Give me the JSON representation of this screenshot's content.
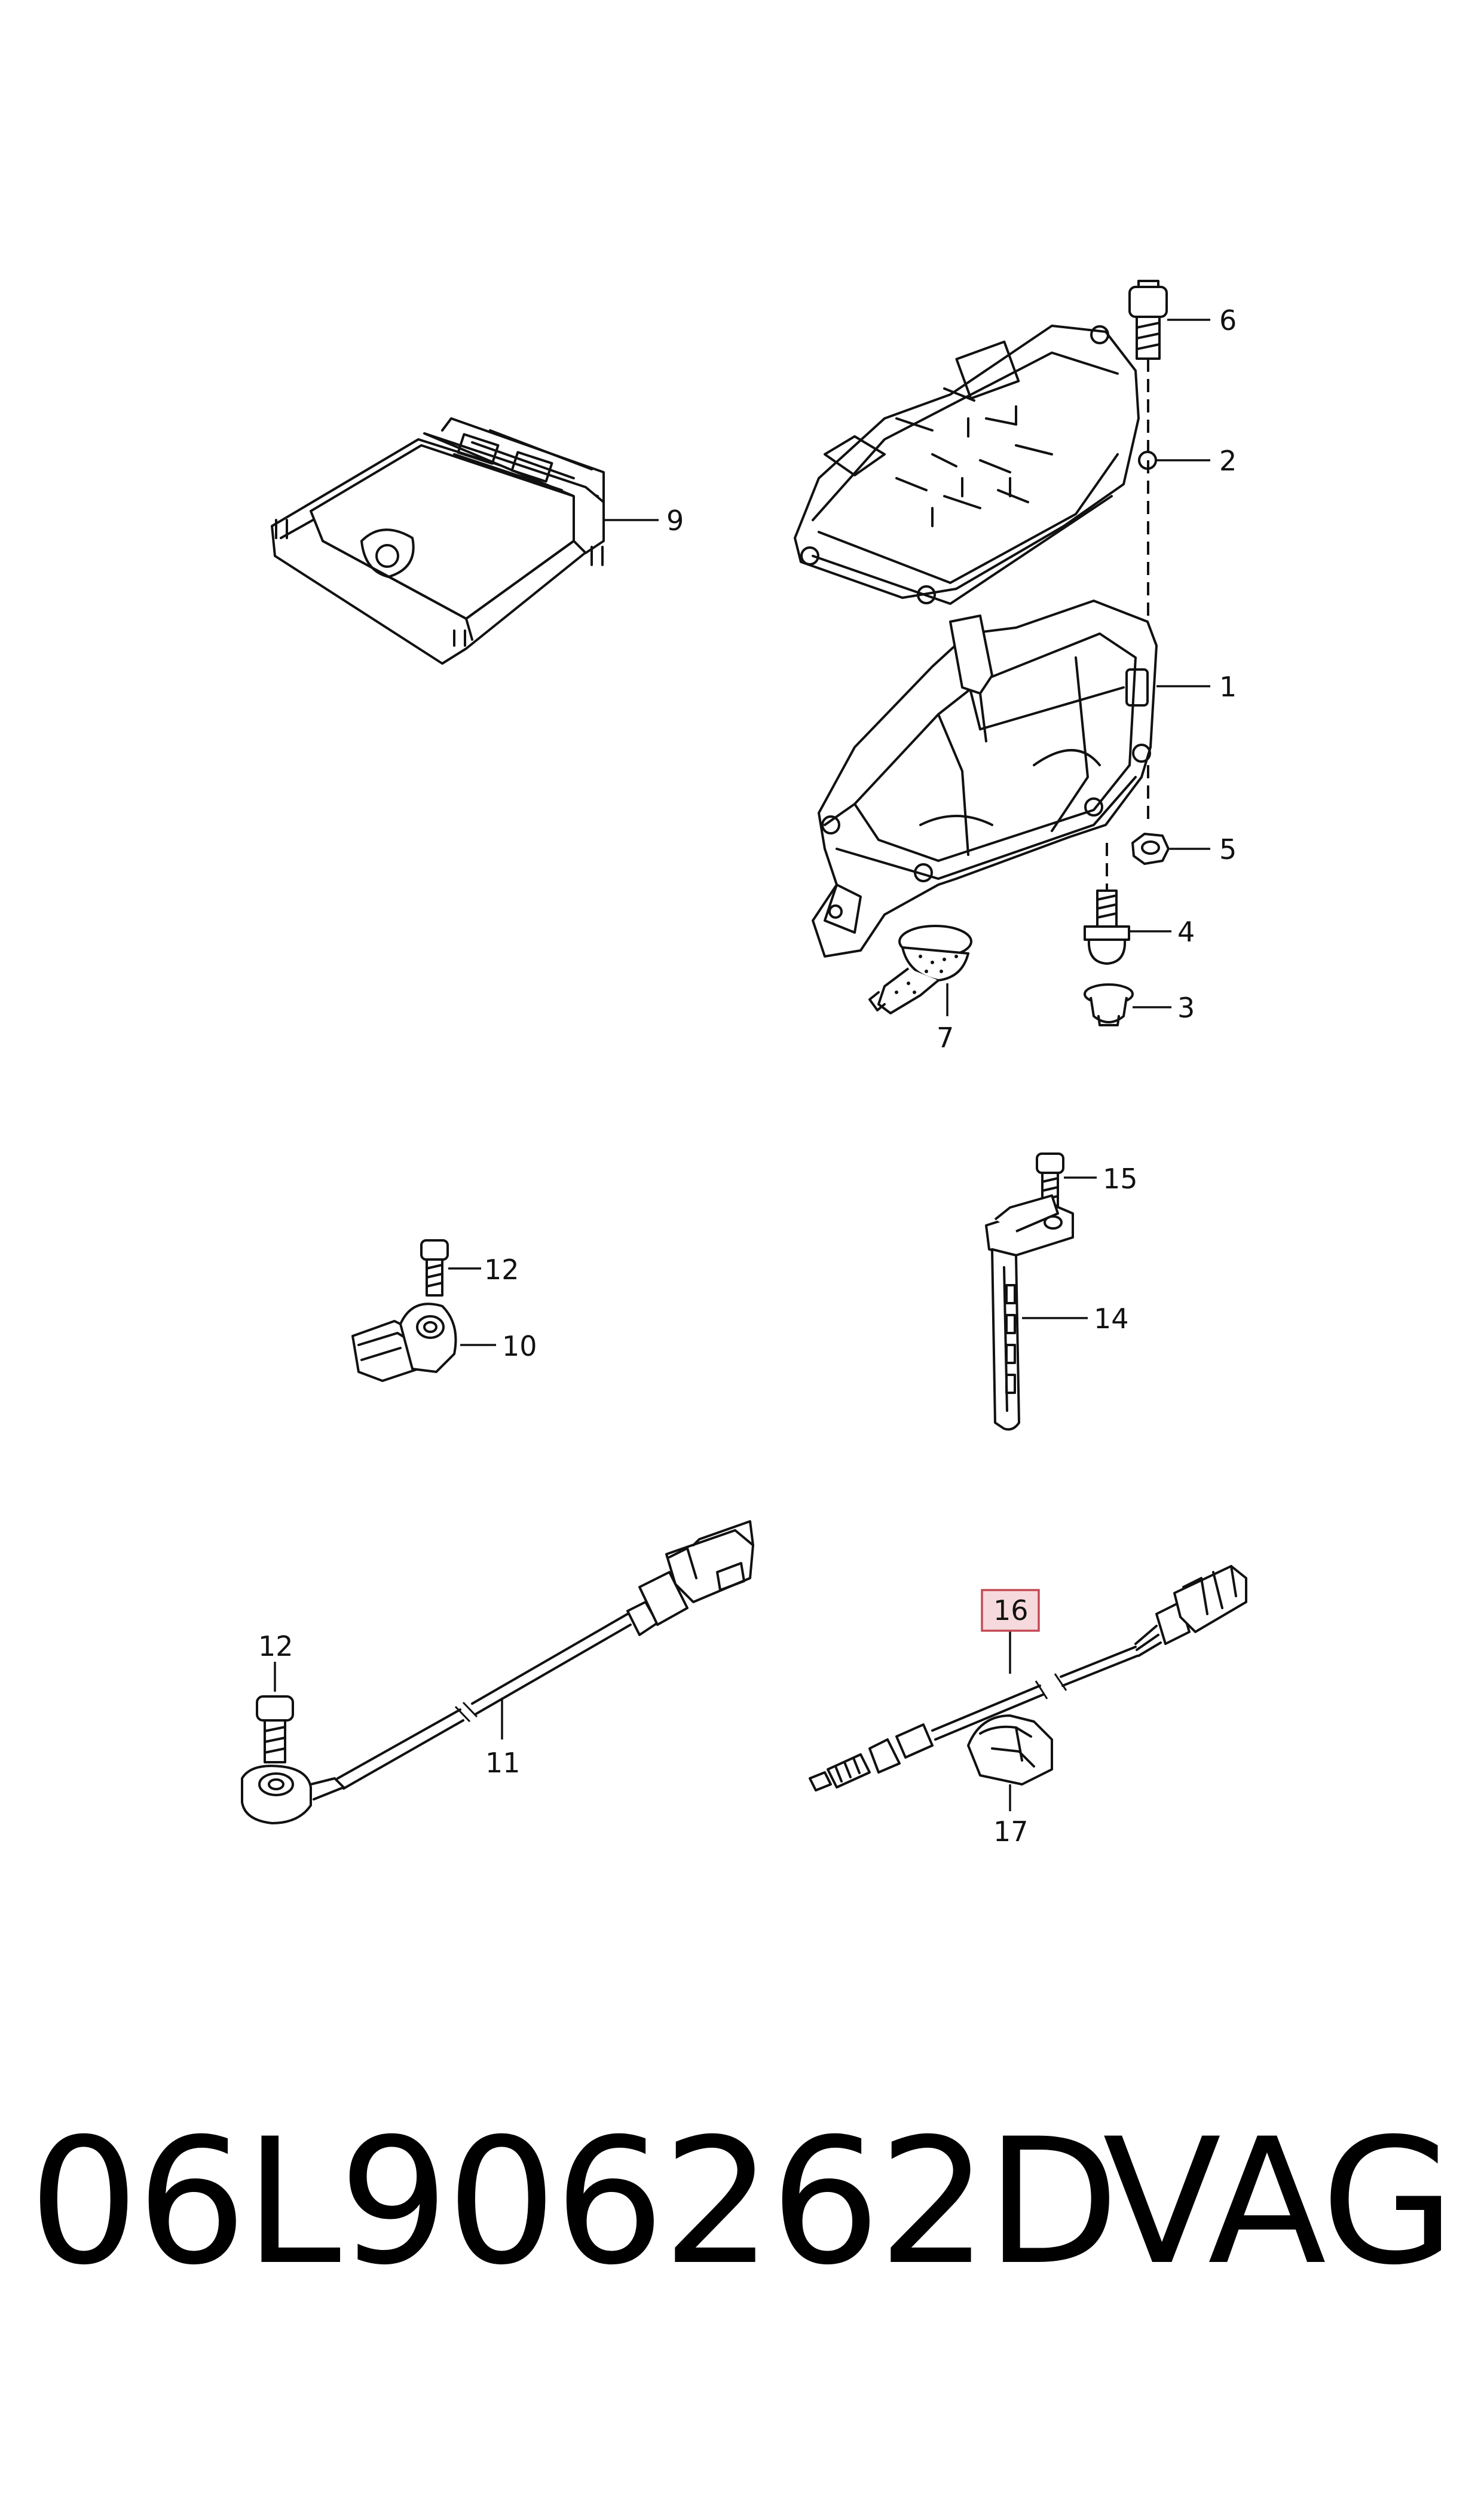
{
  "callouts": {
    "c1": "1",
    "c2": "2",
    "c3": "3",
    "c4": "4",
    "c5": "5",
    "c6": "6",
    "c7": "7",
    "c9": "9",
    "c10": "10",
    "c11": "11",
    "c12a": "12",
    "c12b": "12",
    "c14": "14",
    "c15": "15",
    "c16": "16",
    "c17": "17"
  },
  "highlighted_callout": "16",
  "highlight_color": "#f6d9dc",
  "footer": {
    "part_number": "06L906262D",
    "brand": "VAG"
  }
}
